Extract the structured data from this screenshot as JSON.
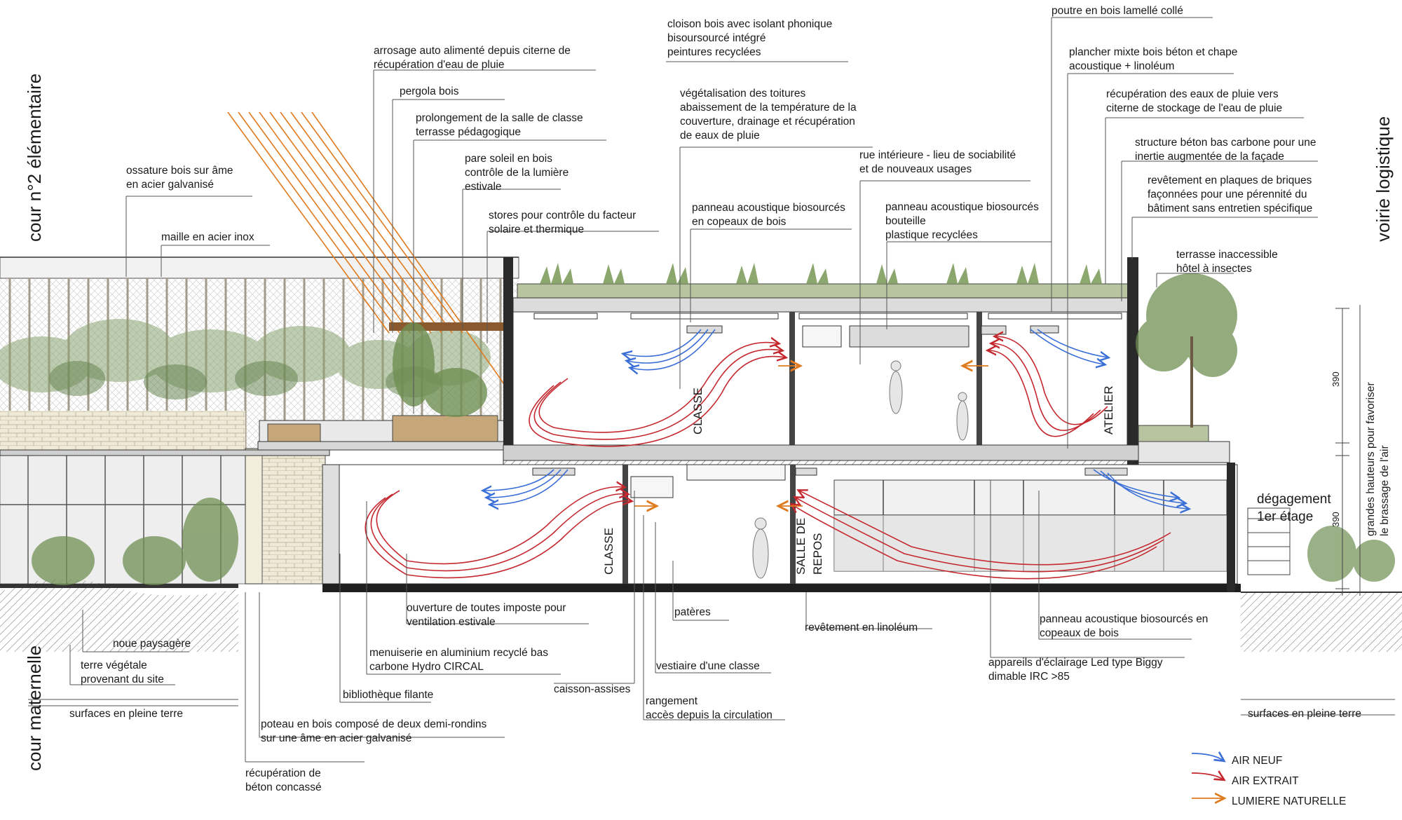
{
  "side_titles": {
    "top_left": "cour n°2 élémentaire",
    "bottom_left": "cour maternelle",
    "top_right": "voirie logistique",
    "right_section_label": "grandes hauteurs pour favoriser le brassage de l'air",
    "degagement": [
      "dégagement",
      "1er étage"
    ]
  },
  "rooms": {
    "classe_upper": "CLASSE",
    "atelier": "ATELIER",
    "classe_lower": "CLASSE",
    "salle_de_repos": [
      "SALLE DE",
      "REPOS"
    ]
  },
  "dimensions": {
    "upper": "390",
    "lower": "390"
  },
  "annotations_top": [
    {
      "id": "ossature",
      "lines": [
        "ossature bois sur âme",
        "en acier galvanisé"
      ]
    },
    {
      "id": "maille",
      "lines": [
        "maille en acier inox"
      ]
    },
    {
      "id": "arrosage",
      "lines": [
        "arrosage auto alimenté depuis citerne  de",
        "récupération d'eau de pluie"
      ]
    },
    {
      "id": "pergola",
      "lines": [
        "pergola bois"
      ]
    },
    {
      "id": "prolongement",
      "lines": [
        "prolongement de la salle de classe",
        "terrasse pédagogique"
      ]
    },
    {
      "id": "pare-soleil",
      "lines": [
        "pare soleil en bois",
        "contrôle de la lumière",
        "estivale"
      ]
    },
    {
      "id": "stores",
      "lines": [
        "stores pour contrôle du facteur",
        "solaire et thermique"
      ]
    },
    {
      "id": "cloison",
      "lines": [
        "cloison bois avec isolant phonique",
        "bisoursourcé intégré",
        "peintures recyclées"
      ]
    },
    {
      "id": "vegetalisation",
      "lines": [
        "végétalisation des toitures",
        "abaissement de la température  de la",
        "couverture, drainage et récupération",
        "de eaux de pluie"
      ]
    },
    {
      "id": "panneau-copeaux",
      "lines": [
        "panneau acoustique biosourcés",
        "en copeaux de bois"
      ]
    },
    {
      "id": "rue-interieure",
      "lines": [
        "rue intérieure - lieu de sociabilité",
        "et de nouveaux usages"
      ]
    },
    {
      "id": "panneau-bouteille",
      "lines": [
        "panneau acoustique biosourcés",
        "bouteille",
        "plastique recyclées"
      ]
    },
    {
      "id": "poutre",
      "lines": [
        "poutre en bois lamellé collé"
      ]
    },
    {
      "id": "plancher",
      "lines": [
        "plancher mixte bois béton et chape",
        "acoustique + linoléum"
      ]
    },
    {
      "id": "recuperation-eaux",
      "lines": [
        "récupération des eaux de pluie vers",
        "citerne de stockage de l'eau de pluie"
      ]
    },
    {
      "id": "structure-beton",
      "lines": [
        "structure béton bas carbone pour une",
        "inertie augmentée de la façade"
      ]
    },
    {
      "id": "revetement-briques",
      "lines": [
        "revêtement en plaques de briques",
        "façonnées pour une pérennité du",
        "bâtiment sans entretien spécifique"
      ]
    },
    {
      "id": "terrasse",
      "lines": [
        "terrasse inaccessible",
        "hôtel à insectes"
      ]
    }
  ],
  "annotations_bottom": [
    {
      "id": "noue",
      "lines": [
        "noue paysagère"
      ]
    },
    {
      "id": "terre",
      "lines": [
        "terre végétale",
        "provenant du site"
      ]
    },
    {
      "id": "surfaces-left",
      "lines": [
        "surfaces en pleine terre"
      ]
    },
    {
      "id": "ouverture",
      "lines": [
        "ouverture de toutes imposte pour",
        "ventilation estivale"
      ]
    },
    {
      "id": "menuiserie",
      "lines": [
        "menuiserie en aluminium recyclé bas",
        "carbone Hydro CIRCAL"
      ]
    },
    {
      "id": "bibliotheque",
      "lines": [
        "bibliothèque filante"
      ]
    },
    {
      "id": "poteau",
      "lines": [
        "poteau en bois composé de deux demi-rondins",
        "sur une âme en acier galvanisé"
      ]
    },
    {
      "id": "recuperation-beton",
      "lines": [
        "récupération de",
        "béton concassé"
      ]
    },
    {
      "id": "pateres",
      "lines": [
        "patères"
      ]
    },
    {
      "id": "vestiaire",
      "lines": [
        "vestiaire d'une classe"
      ]
    },
    {
      "id": "caisson",
      "lines": [
        "caisson-assises"
      ]
    },
    {
      "id": "rangement",
      "lines": [
        "rangement",
        "accès depuis la circulation"
      ]
    },
    {
      "id": "revetement-lino",
      "lines": [
        "revêtement en linoléum"
      ]
    },
    {
      "id": "panneau-bas",
      "lines": [
        "panneau acoustique biosourcés en",
        "copeaux de bois"
      ]
    },
    {
      "id": "eclairage",
      "lines": [
        "appareils d'éclairage Led type Biggy",
        "dimable IRC >85"
      ]
    },
    {
      "id": "surfaces-right",
      "lines": [
        "surfaces en pleine terre"
      ]
    }
  ],
  "legend": [
    {
      "label": "AIR NEUF",
      "color": "#3b6fd8"
    },
    {
      "label": "AIR EXTRAIT",
      "color": "#c4282e"
    },
    {
      "label": "LUMIERE NATURELLE",
      "color": "#e07a1f"
    }
  ]
}
